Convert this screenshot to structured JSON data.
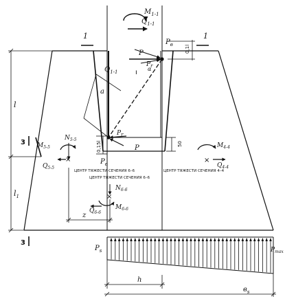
{
  "diagram": {
    "section_marks": {
      "s1_left": "1",
      "s1_right": "1",
      "s3_top": "3",
      "s3_bottom": "3"
    },
    "moments": {
      "m11": "M",
      "m11_sub": "1-1",
      "m55": "M",
      "m55_sub": "5-5",
      "m44": "M",
      "m44_sub": "4-4",
      "m66": "M",
      "m66_sub": "6-6"
    },
    "shears": {
      "q11_top": "Q",
      "q11_top_sub": "1-1",
      "q11_diag": "Q",
      "q11_diag_sub": "1-1",
      "q55": "Q",
      "q55_sub": "5-5",
      "q44": "Q",
      "q44_sub": "4-4",
      "q66": "Q",
      "q66_sub": "6-6"
    },
    "normals": {
      "n55": "N",
      "n55_sub": "5-5",
      "n66": "N",
      "n66_sub": "6-6"
    },
    "forces": {
      "p_top": "P",
      "p_r_top": "P",
      "p_r_top_sub": "r",
      "p_b": "P",
      "p_b_sub": "в",
      "p_r_bot": "P",
      "p_r_bot_sub": "r",
      "p_bot": "P",
      "p_b_bot": "P",
      "p_b_bot_sub": "в",
      "alpha": "α",
      "a": "a",
      "p_s": "P",
      "p_s_sub": "s",
      "p_max": "P",
      "p_max_sub": "max"
    },
    "dims": {
      "d012_top": "0,1l",
      "d50": "50",
      "d015": "0,15l",
      "l": "l",
      "l1": "l",
      "l1_sub": "1",
      "z": "z",
      "h": "h",
      "bs": "в",
      "bs_sub": "s"
    },
    "captions": {
      "cg55": "ЦЕНТР ТЯЖЕСТИ СЕЧЕНИЯ 6–6",
      "cg66": "ЦЕНТР ТЯЖЕСТИ СЕЧЕНИЯ 6–6",
      "cg44": "ЦЕНТР ТЯЖЕСТИ СЕЧЕНИЯ 4–4"
    }
  }
}
